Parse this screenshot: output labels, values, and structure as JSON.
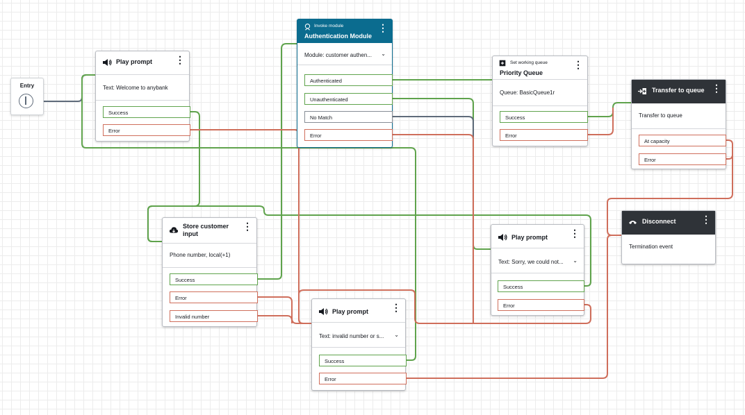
{
  "entry": {
    "label": "Entry"
  },
  "play_welcome": {
    "title": "Play prompt",
    "text": "Text: Welcome to anybank",
    "branches": [
      "Success",
      "Error"
    ]
  },
  "auth_module": {
    "subtitle": "Invoke module",
    "title": "Authentication Module",
    "module": "Module: customer authen...",
    "branches": [
      "Authenticated",
      "Unauthenticated",
      "No Match",
      "Error"
    ]
  },
  "priority_queue": {
    "subtitle": "Set working queue",
    "title": "Priority Queue",
    "text": "Queue: BasicQueue1r",
    "branches": [
      "Success",
      "Error"
    ]
  },
  "transfer": {
    "title": "Transfer to queue",
    "text": "Transfer to queue",
    "branches": [
      "At capacity",
      "Error"
    ]
  },
  "disconnect": {
    "title": "Disconnect",
    "text": "Termination event"
  },
  "store_input": {
    "title_line1": "Store customer",
    "title_line2": "input",
    "text": "Phone number, local(+1)",
    "branches": [
      "Success",
      "Error",
      "Invalid number"
    ]
  },
  "play_sorry": {
    "title": "Play prompt",
    "text": "Text: Sorry, we could not...",
    "branches": [
      "Success",
      "Error"
    ]
  },
  "play_invalid": {
    "title": "Play prompt",
    "text": "Text: invalid number or s...",
    "branches": [
      "Success",
      "Error"
    ]
  },
  "icons": {
    "play_prompt": "speaker-icon",
    "invoke_module": "module-icon",
    "set_queue": "queue-icon",
    "transfer": "transfer-icon",
    "disconnect": "phone-hangup-icon",
    "store_input": "cloud-input-icon",
    "menu": "more-vertical-icon",
    "expand": "chevron-down-icon"
  },
  "colors": {
    "success_wire": "#5fa34c",
    "error_wire": "#cf6e5b",
    "neutral_wire": "#5f6b7a",
    "module_header": "#0b6c8f",
    "dark_header": "#2f3338"
  }
}
